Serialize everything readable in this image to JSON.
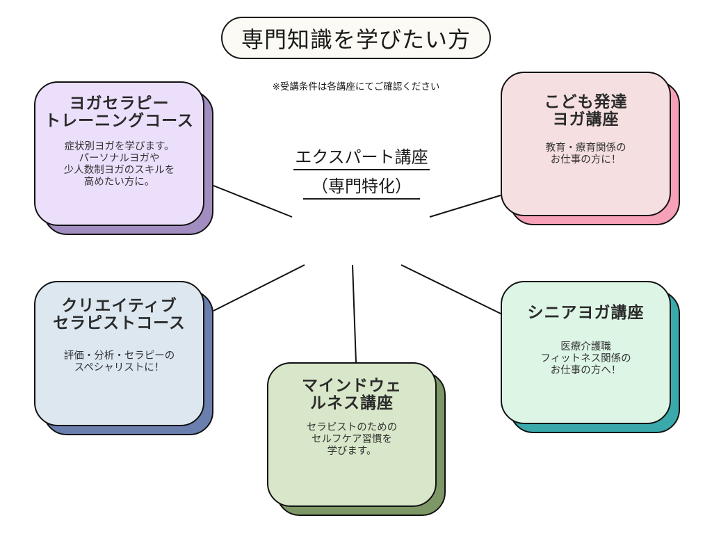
{
  "title": "専門知識を学びたい方",
  "note": "※受講条件は各講座にてご確認ください",
  "center": {
    "line1": "エクスパート講座",
    "line2": "（専門特化）"
  },
  "courses": [
    {
      "title_lines": [
        "ヨガセラピー",
        "トレーニングコース"
      ],
      "desc_lines": [
        "症状別ヨガを学びます。",
        "パーソナルヨガや",
        "少人数制ヨガのスキルを",
        "高めたい方に。"
      ],
      "face_color": "#ecdffc",
      "shadow_color": "#a18dbf"
    },
    {
      "title_lines": [
        "こども発達",
        "ヨガ講座"
      ],
      "desc_lines": [
        "教育・療育関係の",
        "お仕事の方に！"
      ],
      "face_color": "#f6dfe0",
      "shadow_color": "#f7a1b8"
    },
    {
      "title_lines": [
        "クリエイティブ",
        "セラピストコース"
      ],
      "desc_lines": [
        "評価・分析・セラピーの",
        "スペシャリストに！"
      ],
      "face_color": "#dce7f0",
      "shadow_color": "#6a7fae"
    },
    {
      "title_lines": [
        "マインドウェ",
        "ルネス講座"
      ],
      "desc_lines": [
        "セラピストのための",
        "セルフケア習慣を",
        "学びます。"
      ],
      "face_color": "#d8e7c9",
      "shadow_color": "#7d9866"
    },
    {
      "title_lines": [
        "シニアヨガ講座"
      ],
      "desc_lines": [
        "医療介護職",
        "フィットネス関係の",
        "お仕事の方へ！"
      ],
      "face_color": "#ddf5e5",
      "shadow_color": "#3aa9ab"
    }
  ]
}
